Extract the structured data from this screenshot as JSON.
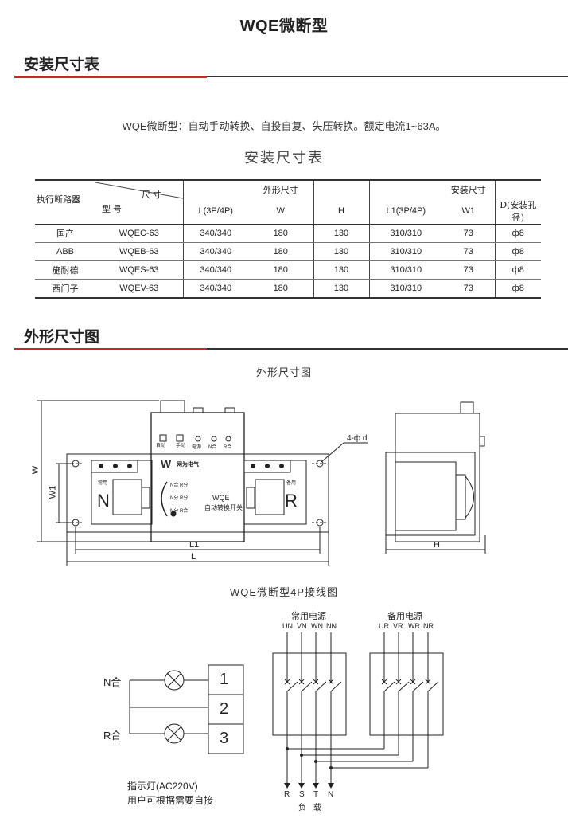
{
  "header": {
    "title": "WQE微断型"
  },
  "sections": {
    "install": {
      "title": "安装尺寸表"
    },
    "outline": {
      "title": "外形尺寸图"
    }
  },
  "intro": "WQE微断型：自动手动转换、自投自复、失压转换。额定电流1~63A。",
  "table": {
    "title": "安装尺寸表",
    "corner_top": "尺 寸",
    "corner_left": "执行断路器",
    "corner_bottom": "型 号",
    "group1": "外形尺寸",
    "group2": "安装尺寸",
    "columns": [
      "L(3P/4P)",
      "W",
      "H",
      "L1(3P/4P)",
      "W1",
      "D(安装孔径)"
    ],
    "rows": [
      {
        "maker": "国产",
        "model": "WQEC-63",
        "L": "340/340",
        "W": "180",
        "H": "130",
        "L1": "310/310",
        "W1": "73",
        "D": "ф8"
      },
      {
        "maker": "ABB",
        "model": "WQEB-63",
        "L": "340/340",
        "W": "180",
        "H": "130",
        "L1": "310/310",
        "W1": "73",
        "D": "ф8"
      },
      {
        "maker": "施耐德",
        "model": "WQES-63",
        "L": "340/340",
        "W": "180",
        "H": "130",
        "L1": "310/310",
        "W1": "73",
        "D": "ф8"
      },
      {
        "maker": "西门子",
        "model": "WQEV-63",
        "L": "340/340",
        "W": "180",
        "H": "130",
        "L1": "310/310",
        "W1": "73",
        "D": "ф8"
      }
    ]
  },
  "outline_fig": {
    "title": "外形尺寸图",
    "labels": {
      "W": "W",
      "W1": "W1",
      "L1": "L1",
      "L": "L",
      "H": "H",
      "hole": "4-ф d"
    },
    "panel": {
      "auto": "自动",
      "manual": "手动",
      "power": "电源",
      "n_ok": "N合",
      "r_ok": "R合",
      "brand": "W",
      "brand_name": "网为电气",
      "model": "WQE",
      "device": "自动转换开关",
      "left_letter": "N",
      "right_letter": "R",
      "left_small": "常用",
      "right_small": "备用",
      "status": [
        "N合 R分",
        "N分 R分",
        "N分 R合"
      ]
    }
  },
  "wiring": {
    "title": "WQE微断型4P接线图",
    "normal_source": "常用电源",
    "backup_source": "备用电源",
    "normal_terms": [
      "UN",
      "VN",
      "WN",
      "NN"
    ],
    "backup_terms": [
      "UR",
      "VR",
      "WR",
      "NR"
    ],
    "load_terms": [
      "R",
      "S",
      "T",
      "N"
    ],
    "load_label": [
      "负",
      "载"
    ],
    "lamp_n": "N合",
    "lamp_r": "R合",
    "terminals": [
      "1",
      "2",
      "3"
    ],
    "note1": "指示灯(AC220V)",
    "note2": "用户可根据需要自接"
  }
}
